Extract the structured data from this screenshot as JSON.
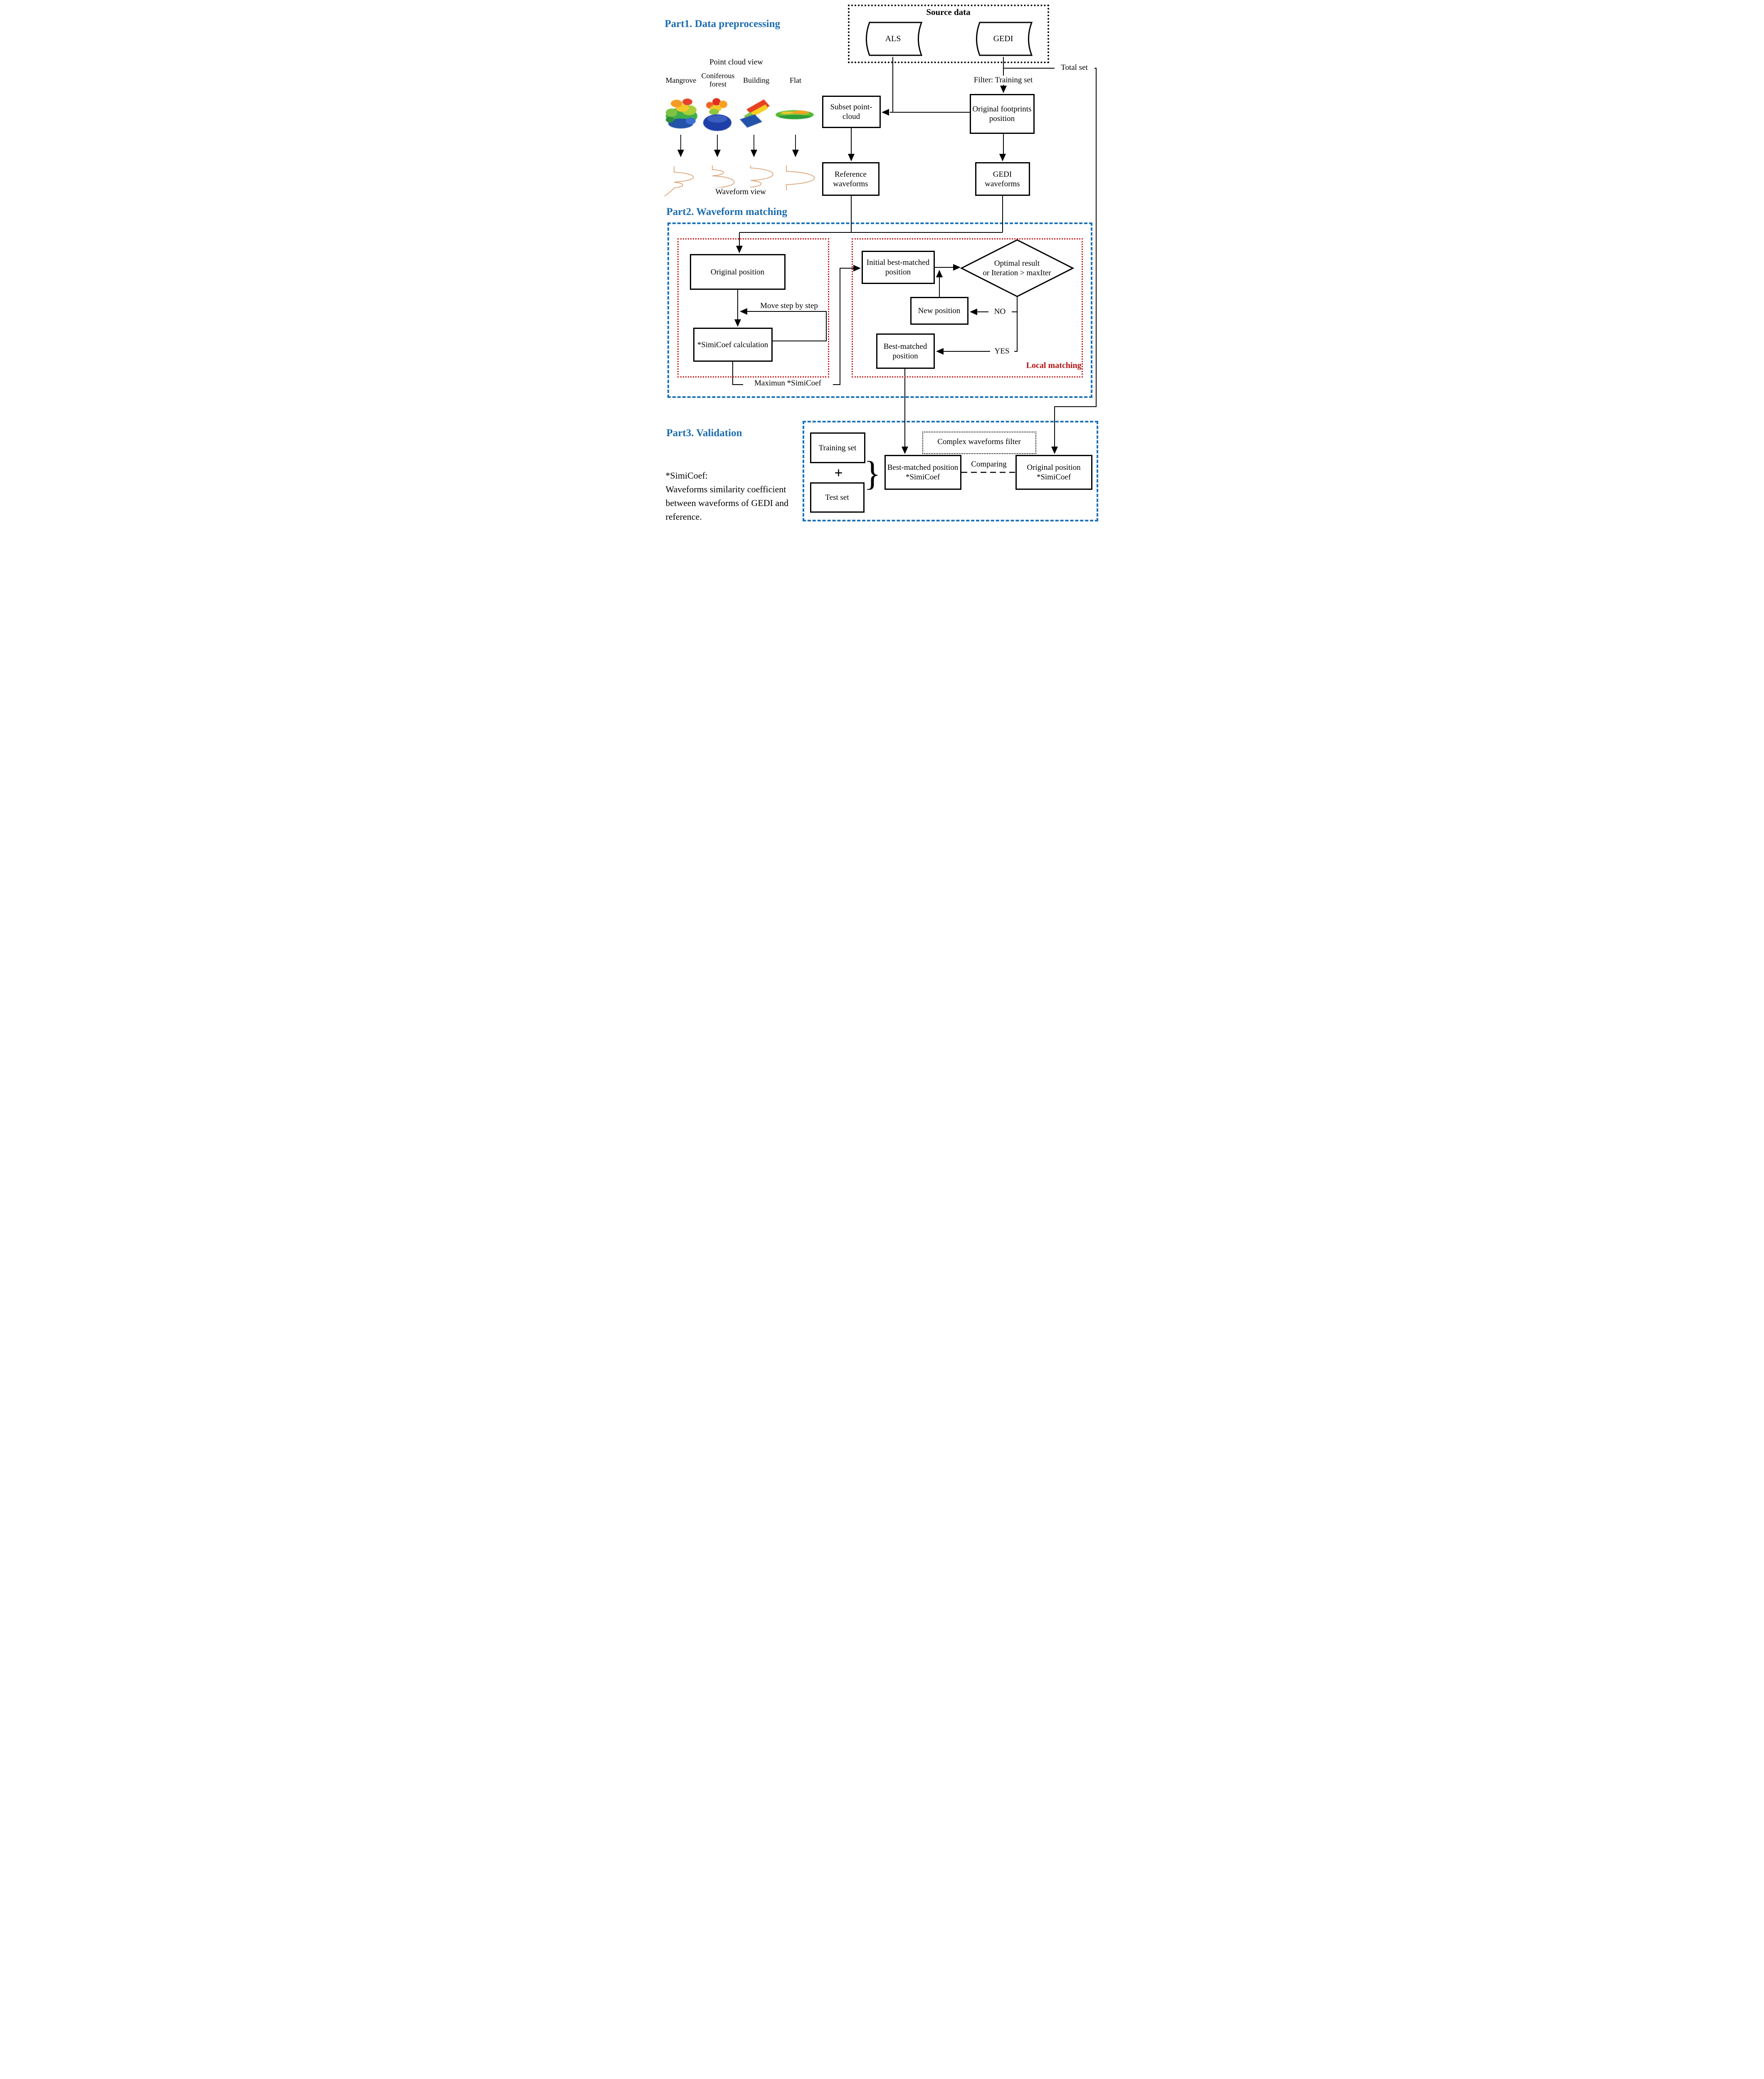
{
  "colors": {
    "title_blue": "#1b6cb0",
    "border_blue": "#1c72b8",
    "border_red": "#c41414",
    "local_matching_red": "#b31212",
    "waveform_orange": "#dba273",
    "line_black": "#000000"
  },
  "part1": {
    "title": "Part1. Data preprocessing",
    "source_box": {
      "title": "Source data",
      "als": "ALS",
      "gedi": "GEDI"
    },
    "total_set": "Total set",
    "filter_label": "Filter: Training set",
    "point_cloud_view": "Point cloud view",
    "land_covers": [
      "Mangrove",
      "Coniferous forest",
      "Building",
      "Flat"
    ],
    "waveform_view": "Waveform view",
    "boxes": {
      "subset": "Subset point-cloud",
      "footprints": "Original footprints position",
      "reference": "Reference waveforms",
      "gedi_waveforms": "GEDI waveforms"
    }
  },
  "part2": {
    "title": "Part2. Waveform matching",
    "original_position": "Original position",
    "move_step": "Move step by step",
    "simicoef_calculation": "*SimiCoef calculation",
    "maximum_simicoef": "Maximun  *SimiCoef",
    "initial_best_matched": "Initial best-matched position",
    "decision_line1": "Optimal result",
    "decision_line2": "or Iteration > maxIter",
    "new_position": "New position",
    "no": "NO",
    "yes": "YES",
    "best_matched": "Best-matched position",
    "local_matching": "Local matching"
  },
  "part3": {
    "title": "Part3. Validation",
    "complex_filter": "Complex waveforms filter",
    "training_set": "Training set",
    "plus": "+",
    "test_set": "Test set",
    "brace": "}",
    "best_matched_line1": "Best-matched position",
    "best_matched_line2": "*SimiCoef",
    "comparing": "Comparing",
    "original_line1": "Original position",
    "original_line2": "*SimiCoef"
  },
  "footnote": {
    "line1": "*SimiCoef:",
    "line2": "Waveforms similarity coefficient",
    "line3": "between waveforms of GEDI and",
    "line4": "reference."
  }
}
